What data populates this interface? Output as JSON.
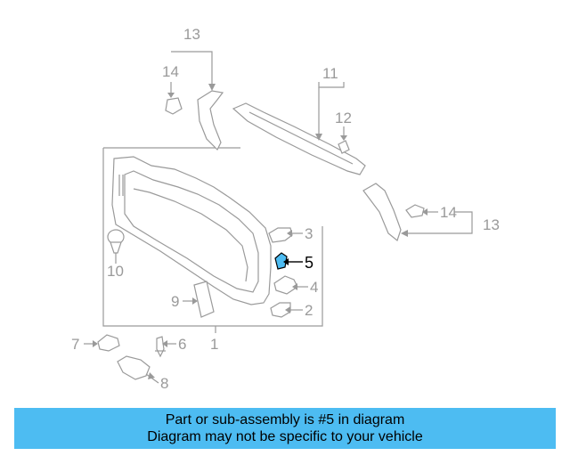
{
  "diagram": {
    "callouts": {
      "c1": "1",
      "c2": "2",
      "c3": "3",
      "c4": "4",
      "c5": "5",
      "c6": "6",
      "c7": "7",
      "c8": "8",
      "c9": "9",
      "c10": "10",
      "c11": "11",
      "c12": "12",
      "c13_top": "13",
      "c13_right": "13",
      "c14_top": "14",
      "c14_right": "14"
    },
    "highlighted_part": "5",
    "colors": {
      "line": "#9a9a9a",
      "highlight_fill": "#4dbcf2",
      "highlight_stroke": "#000000"
    }
  },
  "banner": {
    "line1": "Part or sub-assembly is #5 in diagram",
    "line2": "Diagram may not be specific to your vehicle",
    "color": "#4dbcf2"
  }
}
